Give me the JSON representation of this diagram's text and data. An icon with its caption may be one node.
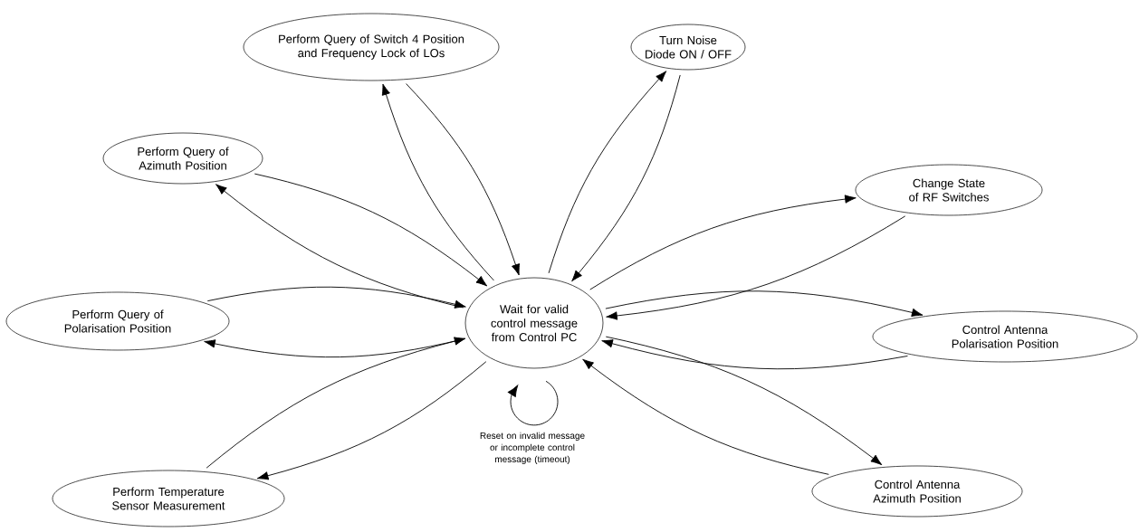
{
  "diagram": {
    "nodes": [
      {
        "text": [
          "Perform Query of Switch 4 Position and Frequency Lock of LOs"
        ]
      },
      {
        "text": [
          "Turn Noise Diode ON / OFF"
        ]
      },
      {
        "text": [
          "Perform Query of Azimuth Position"
        ]
      },
      {
        "text": [
          "Change State of RF Switches"
        ]
      },
      {
        "text": [
          "Perform Query of Polarisation Position"
        ]
      },
      {
        "text": [
          "Wait for valid control message from Control PC"
        ]
      },
      {
        "text": [
          "Control Antenna Polarisation Position"
        ]
      },
      {
        "text": [
          "Control Antenna Azimuth Position"
        ]
      },
      {
        "text": [
          "Perform Temperature Sensor Measurement"
        ]
      }
    ],
    "edges": [
      {
        "from": 5,
        "to": 0,
        "arrow": "to"
      },
      {
        "from": 0,
        "to": 5,
        "arrow": "to"
      },
      {
        "from": 5,
        "to": 1,
        "arrow": "to"
      },
      {
        "from": 1,
        "to": 5,
        "arrow": "to"
      },
      {
        "from": 2,
        "to": 5,
        "arrow": "to"
      },
      {
        "from": 5,
        "to": 2,
        "arrow": "to"
      },
      {
        "from": 5,
        "to": 3,
        "arrow": "to"
      },
      {
        "from": 3,
        "to": 5,
        "arrow": "to"
      },
      {
        "from": 4,
        "to": 5,
        "arrow": "to"
      },
      {
        "from": 5,
        "to": 4,
        "arrow": "to"
      },
      {
        "from": 5,
        "to": 6,
        "arrow": "to"
      },
      {
        "from": 6,
        "to": 5,
        "arrow": "to"
      },
      {
        "from": 5,
        "to": 7,
        "arrow": "to"
      },
      {
        "from": 7,
        "to": 5,
        "arrow": "to"
      },
      {
        "from": 5,
        "to": 8,
        "arrow": "to"
      },
      {
        "from": 8,
        "to": 5,
        "arrow": "to"
      },
      {
        "from": 5,
        "to": 5,
        "arrow": "to",
        "label": "Reset on invalid message or incomplete control message (timeout)"
      }
    ]
  }
}
